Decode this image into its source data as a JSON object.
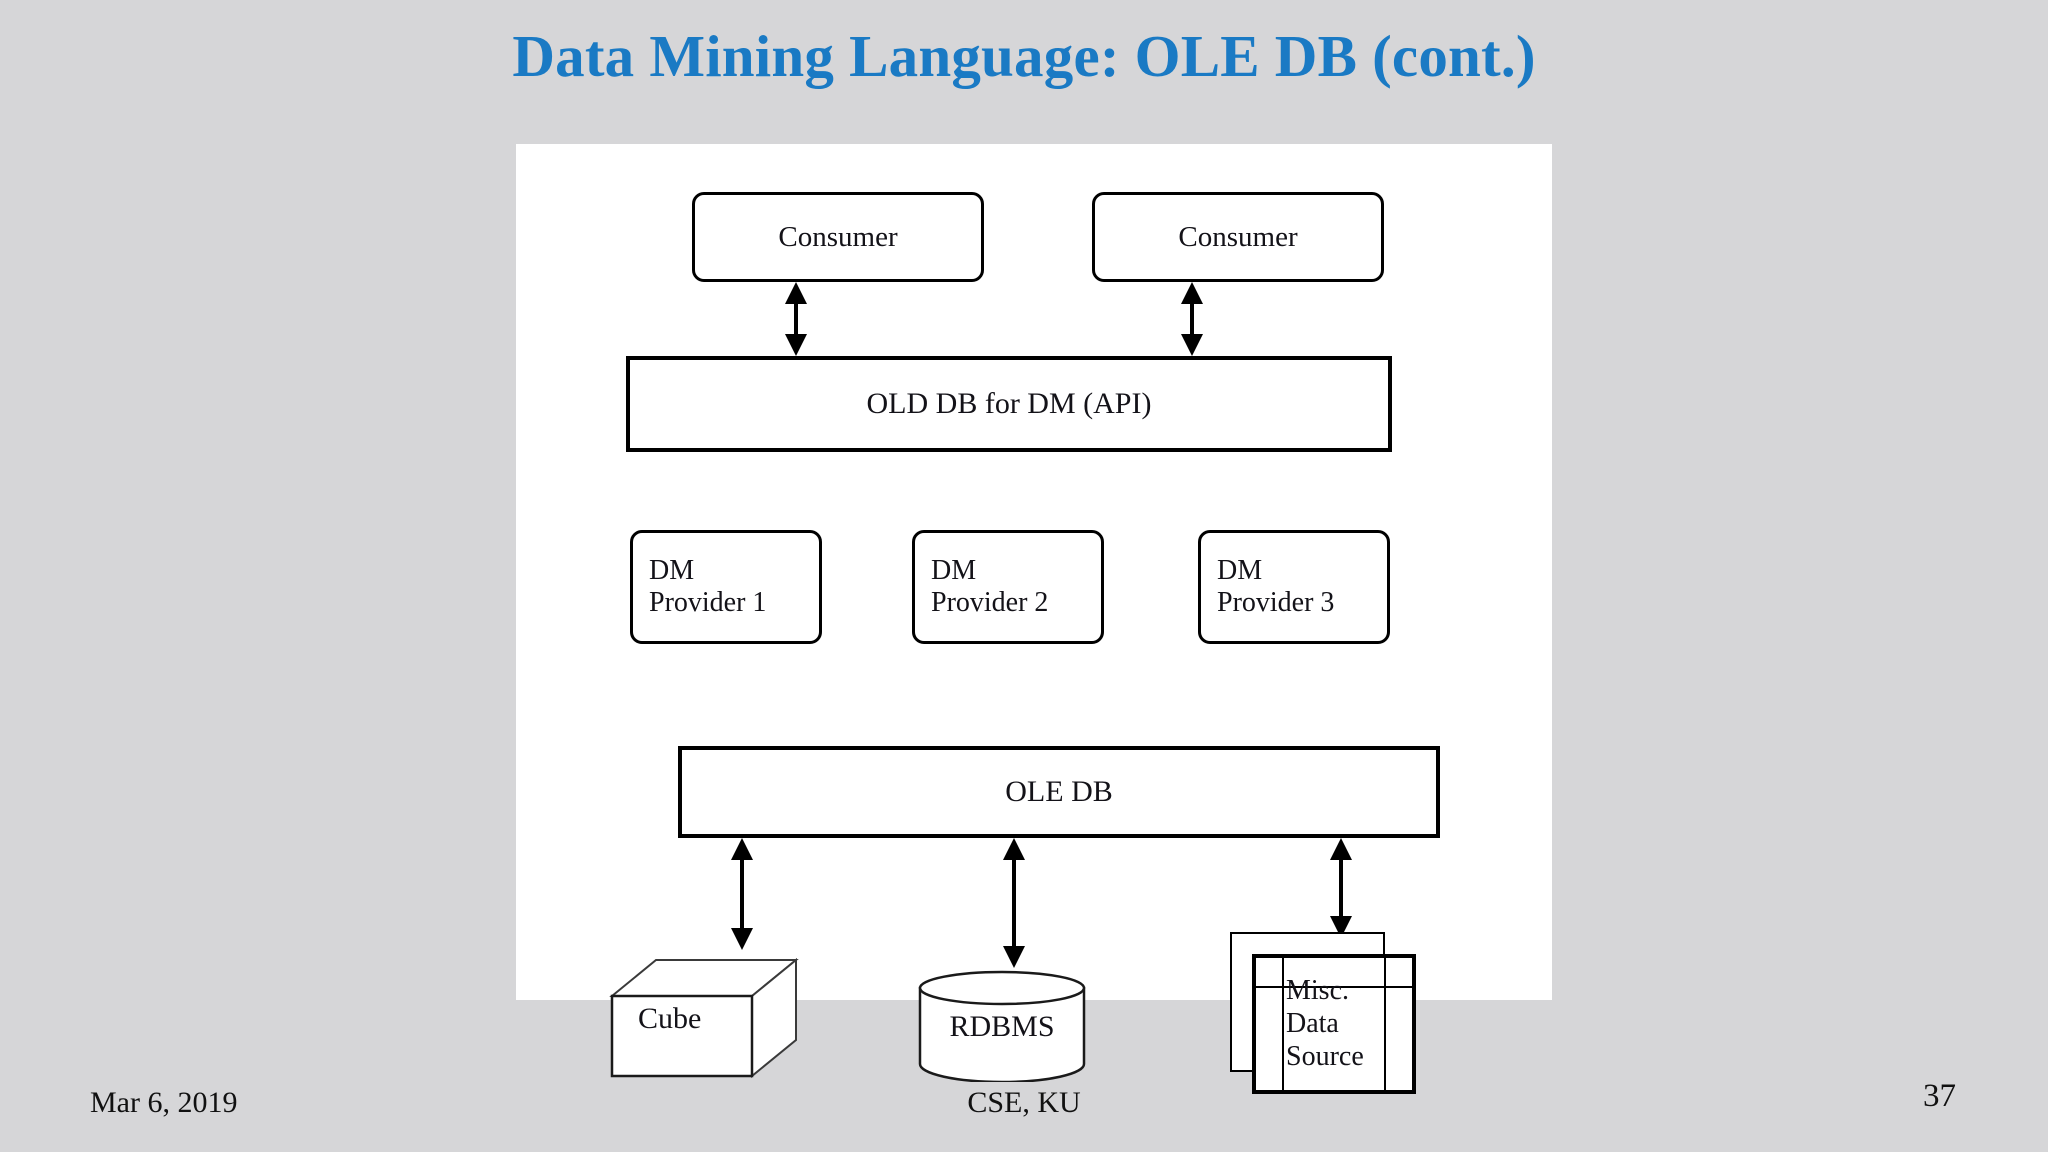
{
  "slide": {
    "title": "Data Mining Language: OLE DB (cont.)",
    "title_color": "#1a7ac4",
    "background_color": "#d6d6d8",
    "figure_background": "#ffffff"
  },
  "diagram": {
    "consumers": [
      {
        "label": "Consumer"
      },
      {
        "label": "Consumer"
      }
    ],
    "api_bar": {
      "label": "OLD DB for DM (API)"
    },
    "providers": [
      {
        "line1": "DM",
        "line2": "Provider 1"
      },
      {
        "line1": "DM",
        "line2": "Provider 2"
      },
      {
        "line1": "DM",
        "line2": "Provider 3"
      }
    ],
    "ole_db_bar": {
      "label": "OLE DB"
    },
    "sources": [
      {
        "label": "Cube",
        "shape": "cube-icon"
      },
      {
        "label": "RDBMS",
        "shape": "cylinder-icon"
      },
      {
        "label_line1": "Misc.",
        "label_line2": "Data",
        "label_line3": "Source",
        "shape": "table-stack-icon"
      }
    ]
  },
  "footer": {
    "date": "Mar 6, 2019",
    "center": "CSE, KU",
    "page": "37"
  }
}
